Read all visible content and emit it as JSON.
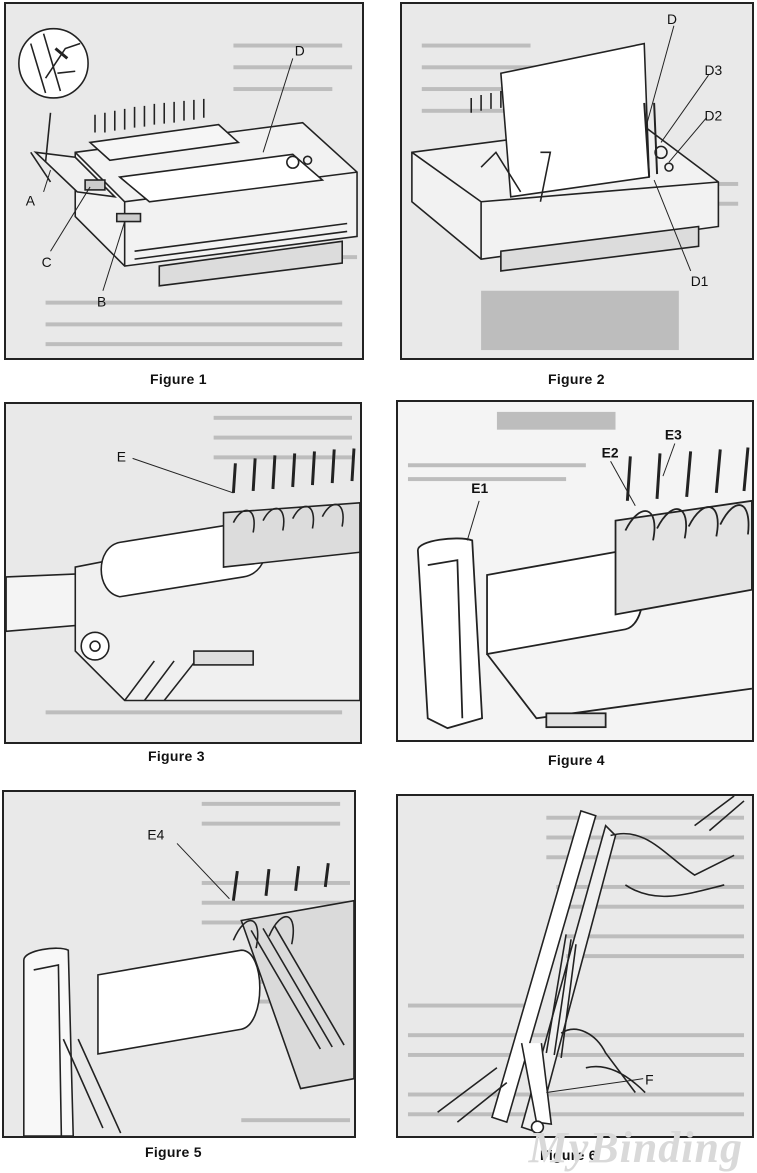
{
  "figures": [
    {
      "caption": "Figure 1",
      "labels": [
        "A",
        "B",
        "C",
        "D"
      ]
    },
    {
      "caption": "Figure 2",
      "labels": [
        "D",
        "D3",
        "D2",
        "D1"
      ]
    },
    {
      "caption": "Figure 3",
      "labels": [
        "E"
      ]
    },
    {
      "caption": "Figure 4",
      "labels": [
        "E1",
        "E2",
        "E3"
      ]
    },
    {
      "caption": "Figure 5",
      "labels": [
        "E4"
      ]
    },
    {
      "caption": "Figure 6",
      "labels": [
        "F"
      ]
    }
  ],
  "watermark": "MyBinding",
  "colors": {
    "line": "#222222",
    "panel": "#e9e9e9",
    "ghost_text": "#bdbdbd"
  }
}
